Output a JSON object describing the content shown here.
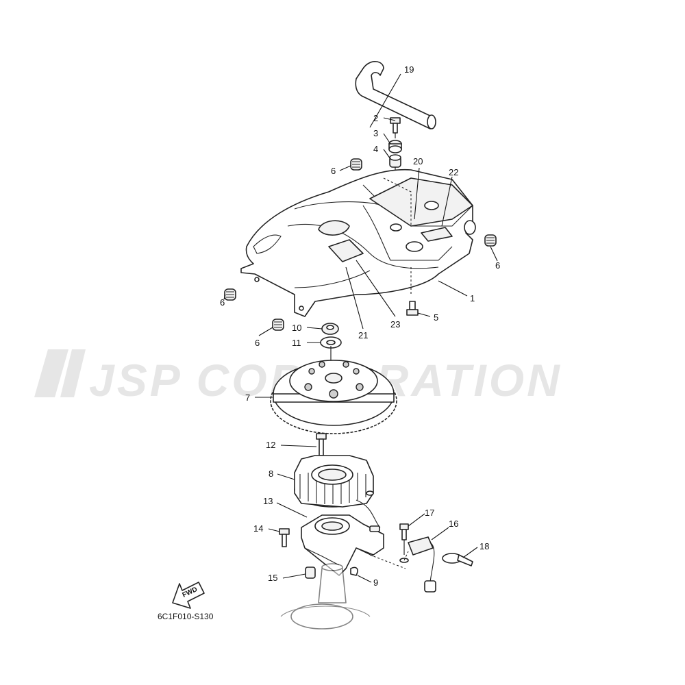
{
  "watermark": {
    "text": "JSP CORPORATION"
  },
  "diagram_code": "6C1F010-S130",
  "fwd_label": "FWD",
  "callouts": {
    "c1": "1",
    "c2": "2",
    "c3": "3",
    "c4": "4",
    "c5": "5",
    "c6a": "6",
    "c6b": "6",
    "c6c": "6",
    "c6d": "6",
    "c7": "7",
    "c8": "8",
    "c9": "9",
    "c10": "10",
    "c11": "11",
    "c12": "12",
    "c13": "13",
    "c14": "14",
    "c15": "15",
    "c16": "16",
    "c17": "17",
    "c18": "18",
    "c19": "19",
    "c20": "20",
    "c21": "21",
    "c22": "22",
    "c23": "23"
  }
}
